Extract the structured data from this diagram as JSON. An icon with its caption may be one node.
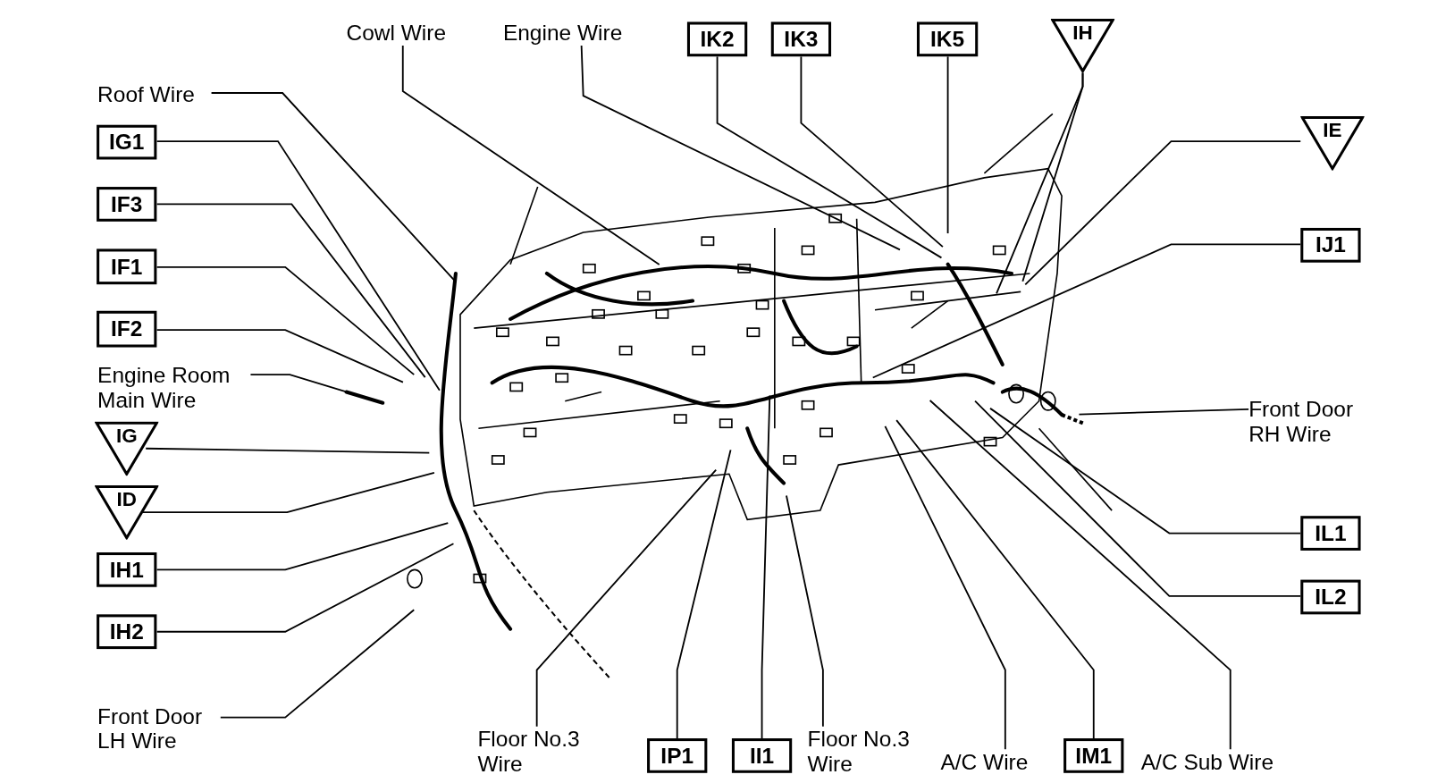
{
  "diagram": {
    "nodes": [
      {
        "text": [
          "Cowl Wire"
        ]
      },
      {
        "text": [
          "Engine Wire"
        ]
      },
      {
        "text": [
          "IK2"
        ]
      },
      {
        "text": [
          "IK3"
        ]
      },
      {
        "text": [
          "IK5"
        ]
      },
      {
        "text": [
          "IH"
        ]
      },
      {
        "text": [
          "Roof Wire"
        ]
      },
      {
        "text": [
          "IG1"
        ]
      },
      {
        "text": [
          "IE"
        ]
      },
      {
        "text": [
          "IF3"
        ]
      },
      {
        "text": [
          "IJ1"
        ]
      },
      {
        "text": [
          "IF1"
        ]
      },
      {
        "text": [
          "IF2"
        ]
      },
      {
        "text": [
          "Engine Room Main Wire"
        ]
      },
      {
        "text": [
          "Front Door RH Wire"
        ]
      },
      {
        "text": [
          "IG"
        ]
      },
      {
        "text": [
          "ID"
        ]
      },
      {
        "text": [
          "IL1"
        ]
      },
      {
        "text": [
          "IH1"
        ]
      },
      {
        "text": [
          "IL2"
        ]
      },
      {
        "text": [
          "IH2"
        ]
      },
      {
        "text": [
          "Front Door LH Wire"
        ]
      },
      {
        "text": [
          "Floor No.3 Wire"
        ]
      },
      {
        "text": [
          "IP1"
        ]
      },
      {
        "text": [
          "II1"
        ]
      },
      {
        "text": [
          "Floor No.3 Wire"
        ]
      },
      {
        "text": [
          "A/C Wire"
        ]
      },
      {
        "text": [
          "IM1"
        ]
      },
      {
        "text": [
          "A/C Sub Wire"
        ]
      }
    ],
    "edges": [
      {
        "from": 0,
        "to": null,
        "arrow": "none"
      },
      {
        "from": 1,
        "to": null,
        "arrow": "none"
      },
      {
        "from": 2,
        "to": null,
        "arrow": "none"
      },
      {
        "from": 3,
        "to": null,
        "arrow": "none"
      },
      {
        "from": 4,
        "to": null,
        "arrow": "none"
      },
      {
        "from": 5,
        "to": null,
        "arrow": "none"
      },
      {
        "from": 5,
        "to": null,
        "arrow": "none"
      },
      {
        "from": 6,
        "to": null,
        "arrow": "none"
      },
      {
        "from": 7,
        "to": null,
        "arrow": "none"
      },
      {
        "from": 8,
        "to": null,
        "arrow": "none"
      },
      {
        "from": 9,
        "to": null,
        "arrow": "none"
      },
      {
        "from": 10,
        "to": null,
        "arrow": "none"
      },
      {
        "from": 11,
        "to": null,
        "arrow": "none"
      },
      {
        "from": 12,
        "to": null,
        "arrow": "none"
      },
      {
        "from": 13,
        "to": null,
        "arrow": "none"
      },
      {
        "from": 14,
        "to": null,
        "arrow": "none"
      },
      {
        "from": 15,
        "to": null,
        "arrow": "none"
      },
      {
        "from": 16,
        "to": null,
        "arrow": "none"
      },
      {
        "from": 17,
        "to": null,
        "arrow": "none"
      },
      {
        "from": 18,
        "to": null,
        "arrow": "none"
      },
      {
        "from": 19,
        "to": null,
        "arrow": "none"
      },
      {
        "from": 20,
        "to": null,
        "arrow": "none"
      },
      {
        "from": 21,
        "to": null,
        "arrow": "none"
      },
      {
        "from": 22,
        "to": null,
        "arrow": "none"
      },
      {
        "from": 23,
        "to": null,
        "arrow": "none"
      },
      {
        "from": 24,
        "to": null,
        "arrow": "none"
      },
      {
        "from": 25,
        "to": null,
        "arrow": "none"
      },
      {
        "from": 26,
        "to": null,
        "arrow": "none"
      },
      {
        "from": 27,
        "to": null,
        "arrow": "none"
      },
      {
        "from": 28,
        "to": null,
        "arrow": "none"
      }
    ]
  }
}
